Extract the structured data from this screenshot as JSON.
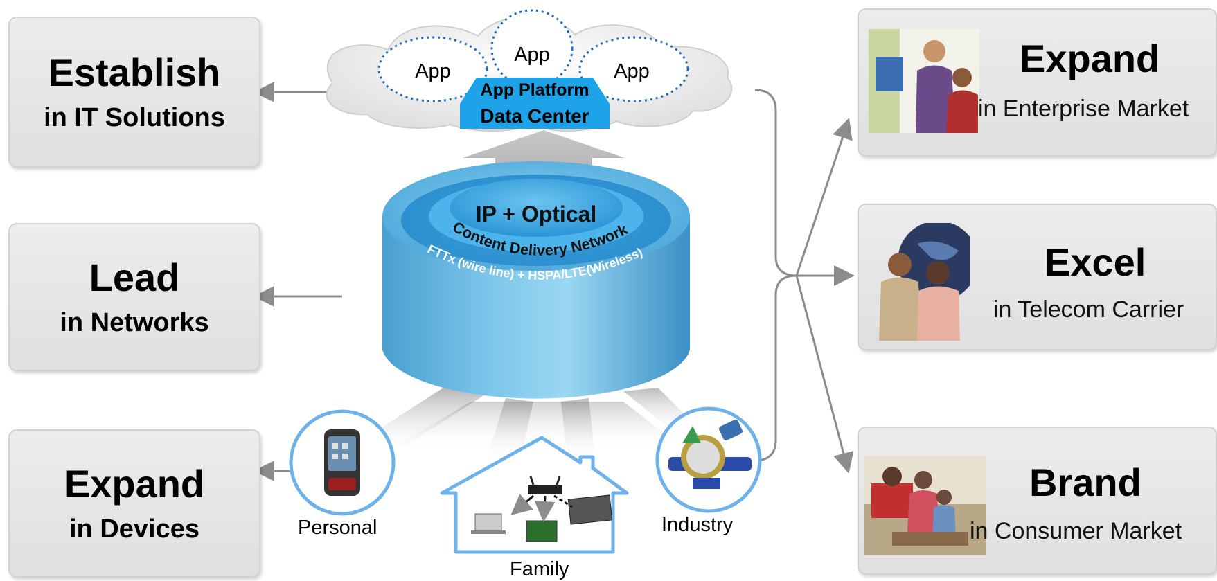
{
  "left_boxes": [
    {
      "title": "Establish",
      "subtitle": "in IT Solutions"
    },
    {
      "title": "Lead",
      "subtitle": "in Networks"
    },
    {
      "title": "Expand",
      "subtitle": "in Devices"
    }
  ],
  "right_boxes": [
    {
      "title": "Expand",
      "subtitle": "in Enterprise Market"
    },
    {
      "title": "Excel",
      "subtitle": "in Telecom Carrier"
    },
    {
      "title": "Brand",
      "subtitle": "in Consumer Market"
    }
  ],
  "cloud": {
    "apps": [
      "App",
      "App",
      "App"
    ],
    "platform": "App Platform",
    "data_center": "Data Center"
  },
  "cylinder": {
    "core": "IP + Optical",
    "ring1": "Content Delivery Network",
    "ring2": "FTTx (wire line) + HSPA/LTE(Wireless)"
  },
  "devices": {
    "personal": "Personal",
    "family": "Family",
    "industry": "Industry"
  },
  "colors": {
    "box_bg": "#e6e6e6",
    "arrow": "#8c8c8c",
    "cylinder": "#5fb2dc",
    "accent_blue": "#1e9be6",
    "circle_border": "#6fb2ea"
  }
}
